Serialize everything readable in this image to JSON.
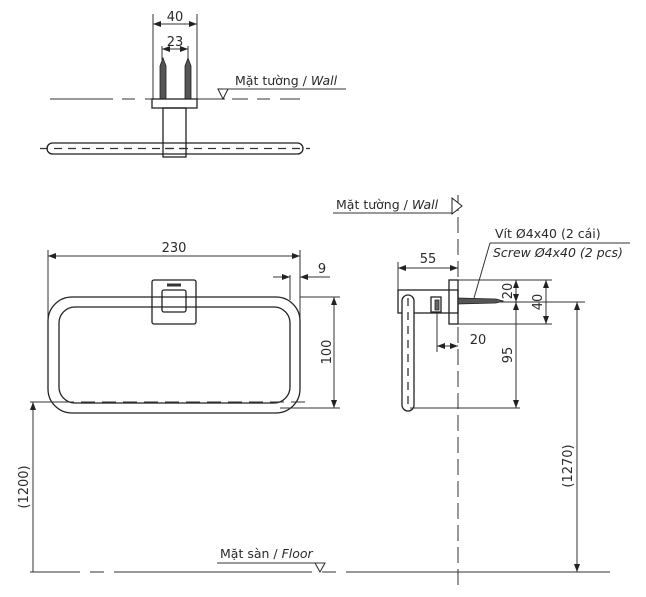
{
  "top_view": {
    "dim_width": "40",
    "dim_screw_spacing": "23",
    "wall_label": "Mặt tường / ",
    "wall_label_en": "Wall"
  },
  "front_view": {
    "dim_width": "230",
    "dim_bar": "9",
    "dim_height": "100",
    "dim_floor_height": "(1200)"
  },
  "side_view": {
    "wall_label": "Mặt tường / ",
    "wall_label_en": "Wall",
    "screw_label_vi": "Vít Ø4x40 (2 cái)",
    "screw_label_en": "Screw Ø4x40 (2 pcs)",
    "dim_depth": "55",
    "dim_screw_offset": "20",
    "dim_plate_height": "40",
    "dim_screw_height": "20",
    "dim_drop": "95",
    "dim_floor_height": "(1270)"
  },
  "floor": {
    "label": "Mặt sàn / ",
    "label_en": "Floor"
  }
}
